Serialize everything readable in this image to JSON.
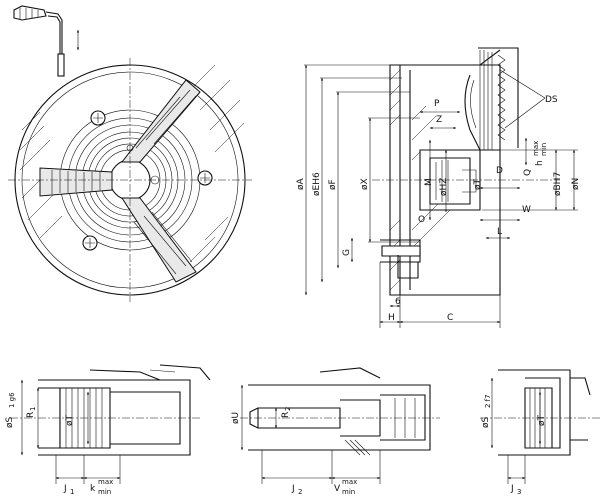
{
  "labels": {
    "DS": "DS",
    "P": "P",
    "Z": "Z",
    "h": "h",
    "h_sup": "max",
    "h_sub": "min",
    "M": "M",
    "oHZ": "øHZ",
    "oT": "øT",
    "D": "D",
    "Q": "Q",
    "oBH7": "øBH7",
    "oN": "øN",
    "W": "W",
    "O": "O",
    "L": "L",
    "G": "G",
    "oA": "øA",
    "oEH6": "øEH6",
    "oF": "øF",
    "oX": "øX",
    "six": "6",
    "H": "H",
    "C": "C",
    "oS1": "øS",
    "oS1_sub": "1 g6",
    "R1": "R",
    "R1_sub": "1",
    "J1": "J",
    "J1_sub": "1",
    "k": "k",
    "k_sup": "max",
    "k_sub": "min",
    "oU": "øU",
    "R2": "R",
    "R2_sub": "2",
    "J2": "J",
    "J2_sub": "2",
    "V": "V",
    "V_sup": "max",
    "V_sub": "min",
    "oS2": "øS",
    "oS2_sub": "2 f7",
    "J3": "J",
    "J3_sub": "3"
  }
}
